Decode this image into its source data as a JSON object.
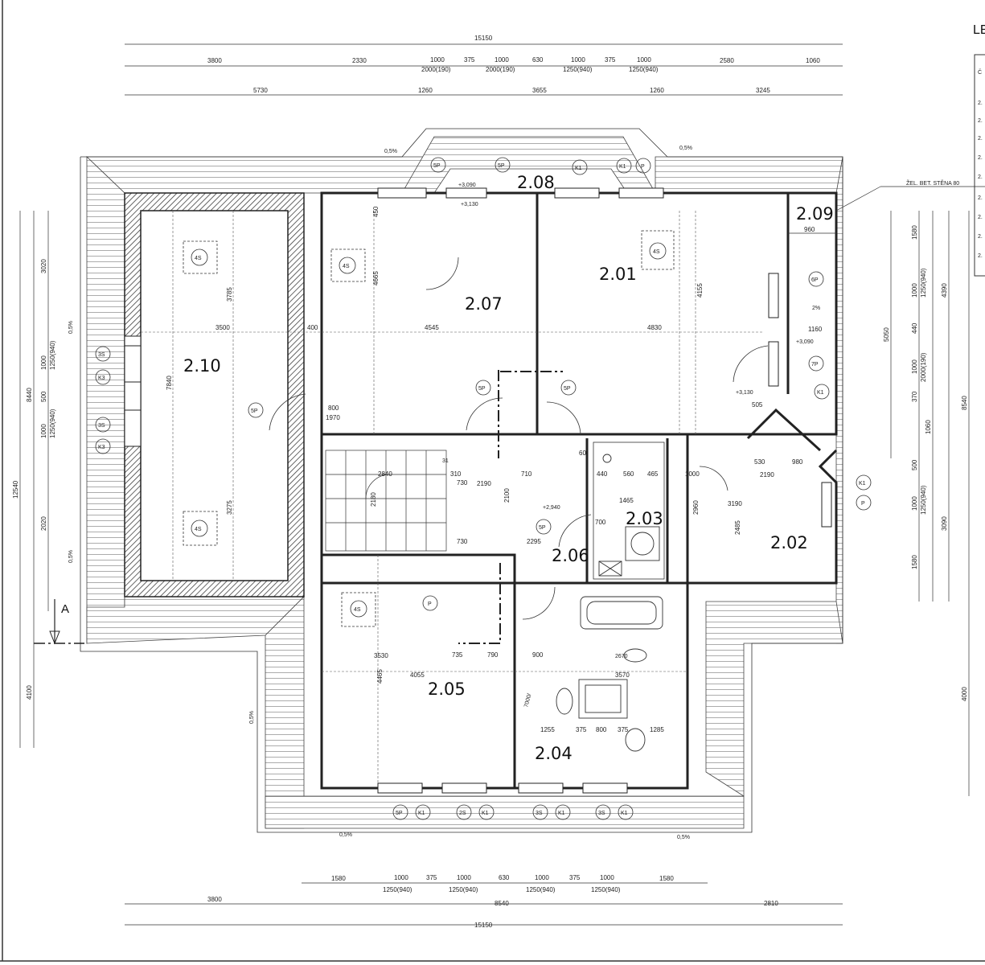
{
  "rooms": [
    {
      "id": "2.01"
    },
    {
      "id": "2.02"
    },
    {
      "id": "2.03"
    },
    {
      "id": "2.04"
    },
    {
      "id": "2.05"
    },
    {
      "id": "2.06"
    },
    {
      "id": "2.07"
    },
    {
      "id": "2.08"
    },
    {
      "id": "2.09"
    },
    {
      "id": "2.10"
    }
  ],
  "dims_top": {
    "overall": "15150",
    "row2": [
      "3800",
      "2330",
      "1000",
      "375",
      "1000",
      "630",
      "1000",
      "375",
      "1000",
      "2580",
      "1060"
    ],
    "row2_sub": [
      "2000(190)",
      "2000(190)",
      "1250(940)",
      "1250(940)"
    ],
    "row3": [
      "5730",
      "1260",
      "3655",
      "1260",
      "3245"
    ]
  },
  "dims_bottom": {
    "row1": [
      "1580",
      "1000",
      "375",
      "1000",
      "630",
      "1000",
      "375",
      "1000",
      "1580"
    ],
    "row1_sub": [
      "1250(940)",
      "1250(940)",
      "1250(940)",
      "1250(940)"
    ],
    "row2": [
      "3800",
      "8540",
      "2810"
    ],
    "overall": "15150"
  },
  "dims_left": [
    "12540",
    "8440",
    "4100",
    "3020",
    "1000",
    "1250(940)",
    "500",
    "1000",
    "1250(940)",
    "2020"
  ],
  "dims_right": [
    "1580",
    "1000",
    "1250(940)",
    "4390",
    "440",
    "1000",
    "2000(190)",
    "5050",
    "370",
    "1060",
    "8540",
    "500",
    "1000",
    "1250(940)",
    "3090",
    "1580",
    "4000"
  ],
  "inner_dims": [
    "3500",
    "4545",
    "4830",
    "7840",
    "3275",
    "3785",
    "4665",
    "4465",
    "4155",
    "4055",
    "3530",
    "3570",
    "1255",
    "375",
    "800",
    "375",
    "1285",
    "960",
    "1160",
    "530",
    "980",
    "560",
    "465",
    "1465",
    "2190",
    "2100",
    "730",
    "2295",
    "735",
    "790",
    "450",
    "440",
    "1000",
    "2190",
    "710",
    "900",
    "700",
    "1970",
    "800",
    "310",
    "2840",
    "2180",
    "730",
    "3190",
    "2485",
    "2960",
    "505",
    "400",
    "60"
  ],
  "level_marks": [
    "+3,090",
    "+3,130",
    "+2,940",
    "+3,090",
    "+3,130",
    "2670"
  ],
  "slope_marks": [
    "0,5%",
    "0,5%",
    "0,5%",
    "0,5%",
    "0,5%",
    "0,5%",
    "0,5%",
    "2%"
  ],
  "tags": [
    "4S",
    "4S",
    "4S",
    "4S",
    "4S",
    "K1",
    "K1",
    "K1",
    "K1",
    "K1",
    "K1",
    "K1",
    "K1",
    "K3",
    "K3",
    "5P",
    "5P",
    "5P",
    "5P",
    "5P",
    "5P",
    "5P",
    "6P",
    "7P",
    "2S",
    "3S",
    "3S",
    "3S",
    "3S",
    "P",
    "P",
    "P"
  ],
  "section_mark": "A",
  "wall_note": "ŽEL. BET. STĚNA 80",
  "legend_title": "LE",
  "legend_rows": [
    "Č",
    "2.",
    "2.",
    "2.",
    "2.",
    "2.",
    "2.",
    "2.",
    "2.",
    "2."
  ],
  "stair_number": "31",
  "diag_text": "7000/"
}
